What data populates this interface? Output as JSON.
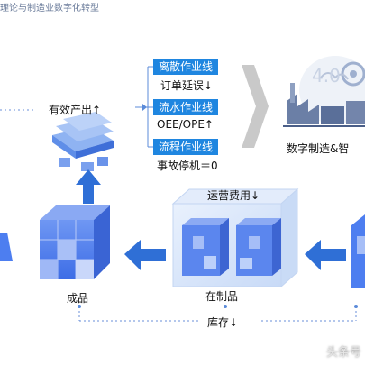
{
  "title": "理论与制造业数字化转型",
  "bracket": {
    "items": [
      {
        "tag": "离散作业线",
        "detail": "订单延误↓"
      },
      {
        "tag": "流水作业线",
        "detail": "OEE/OPE↑"
      },
      {
        "tag": "流程作业线",
        "detail": "事故停机＝0"
      }
    ]
  },
  "labels": {
    "effective_output": "有效产出↑",
    "operating_cost": "运营费用↓",
    "finished_goods": "成品",
    "wip": "在制品",
    "inventory": "库存↓",
    "digital_manufacturing": "数字制造&智",
    "version_badge": "4.0"
  },
  "watermark": "头条号",
  "colors": {
    "accent": "#1f86e0",
    "arrow_blue": "#2f6fd6",
    "cube_blue": "#4d7ef0",
    "cube_light": "#d6e4fb"
  }
}
